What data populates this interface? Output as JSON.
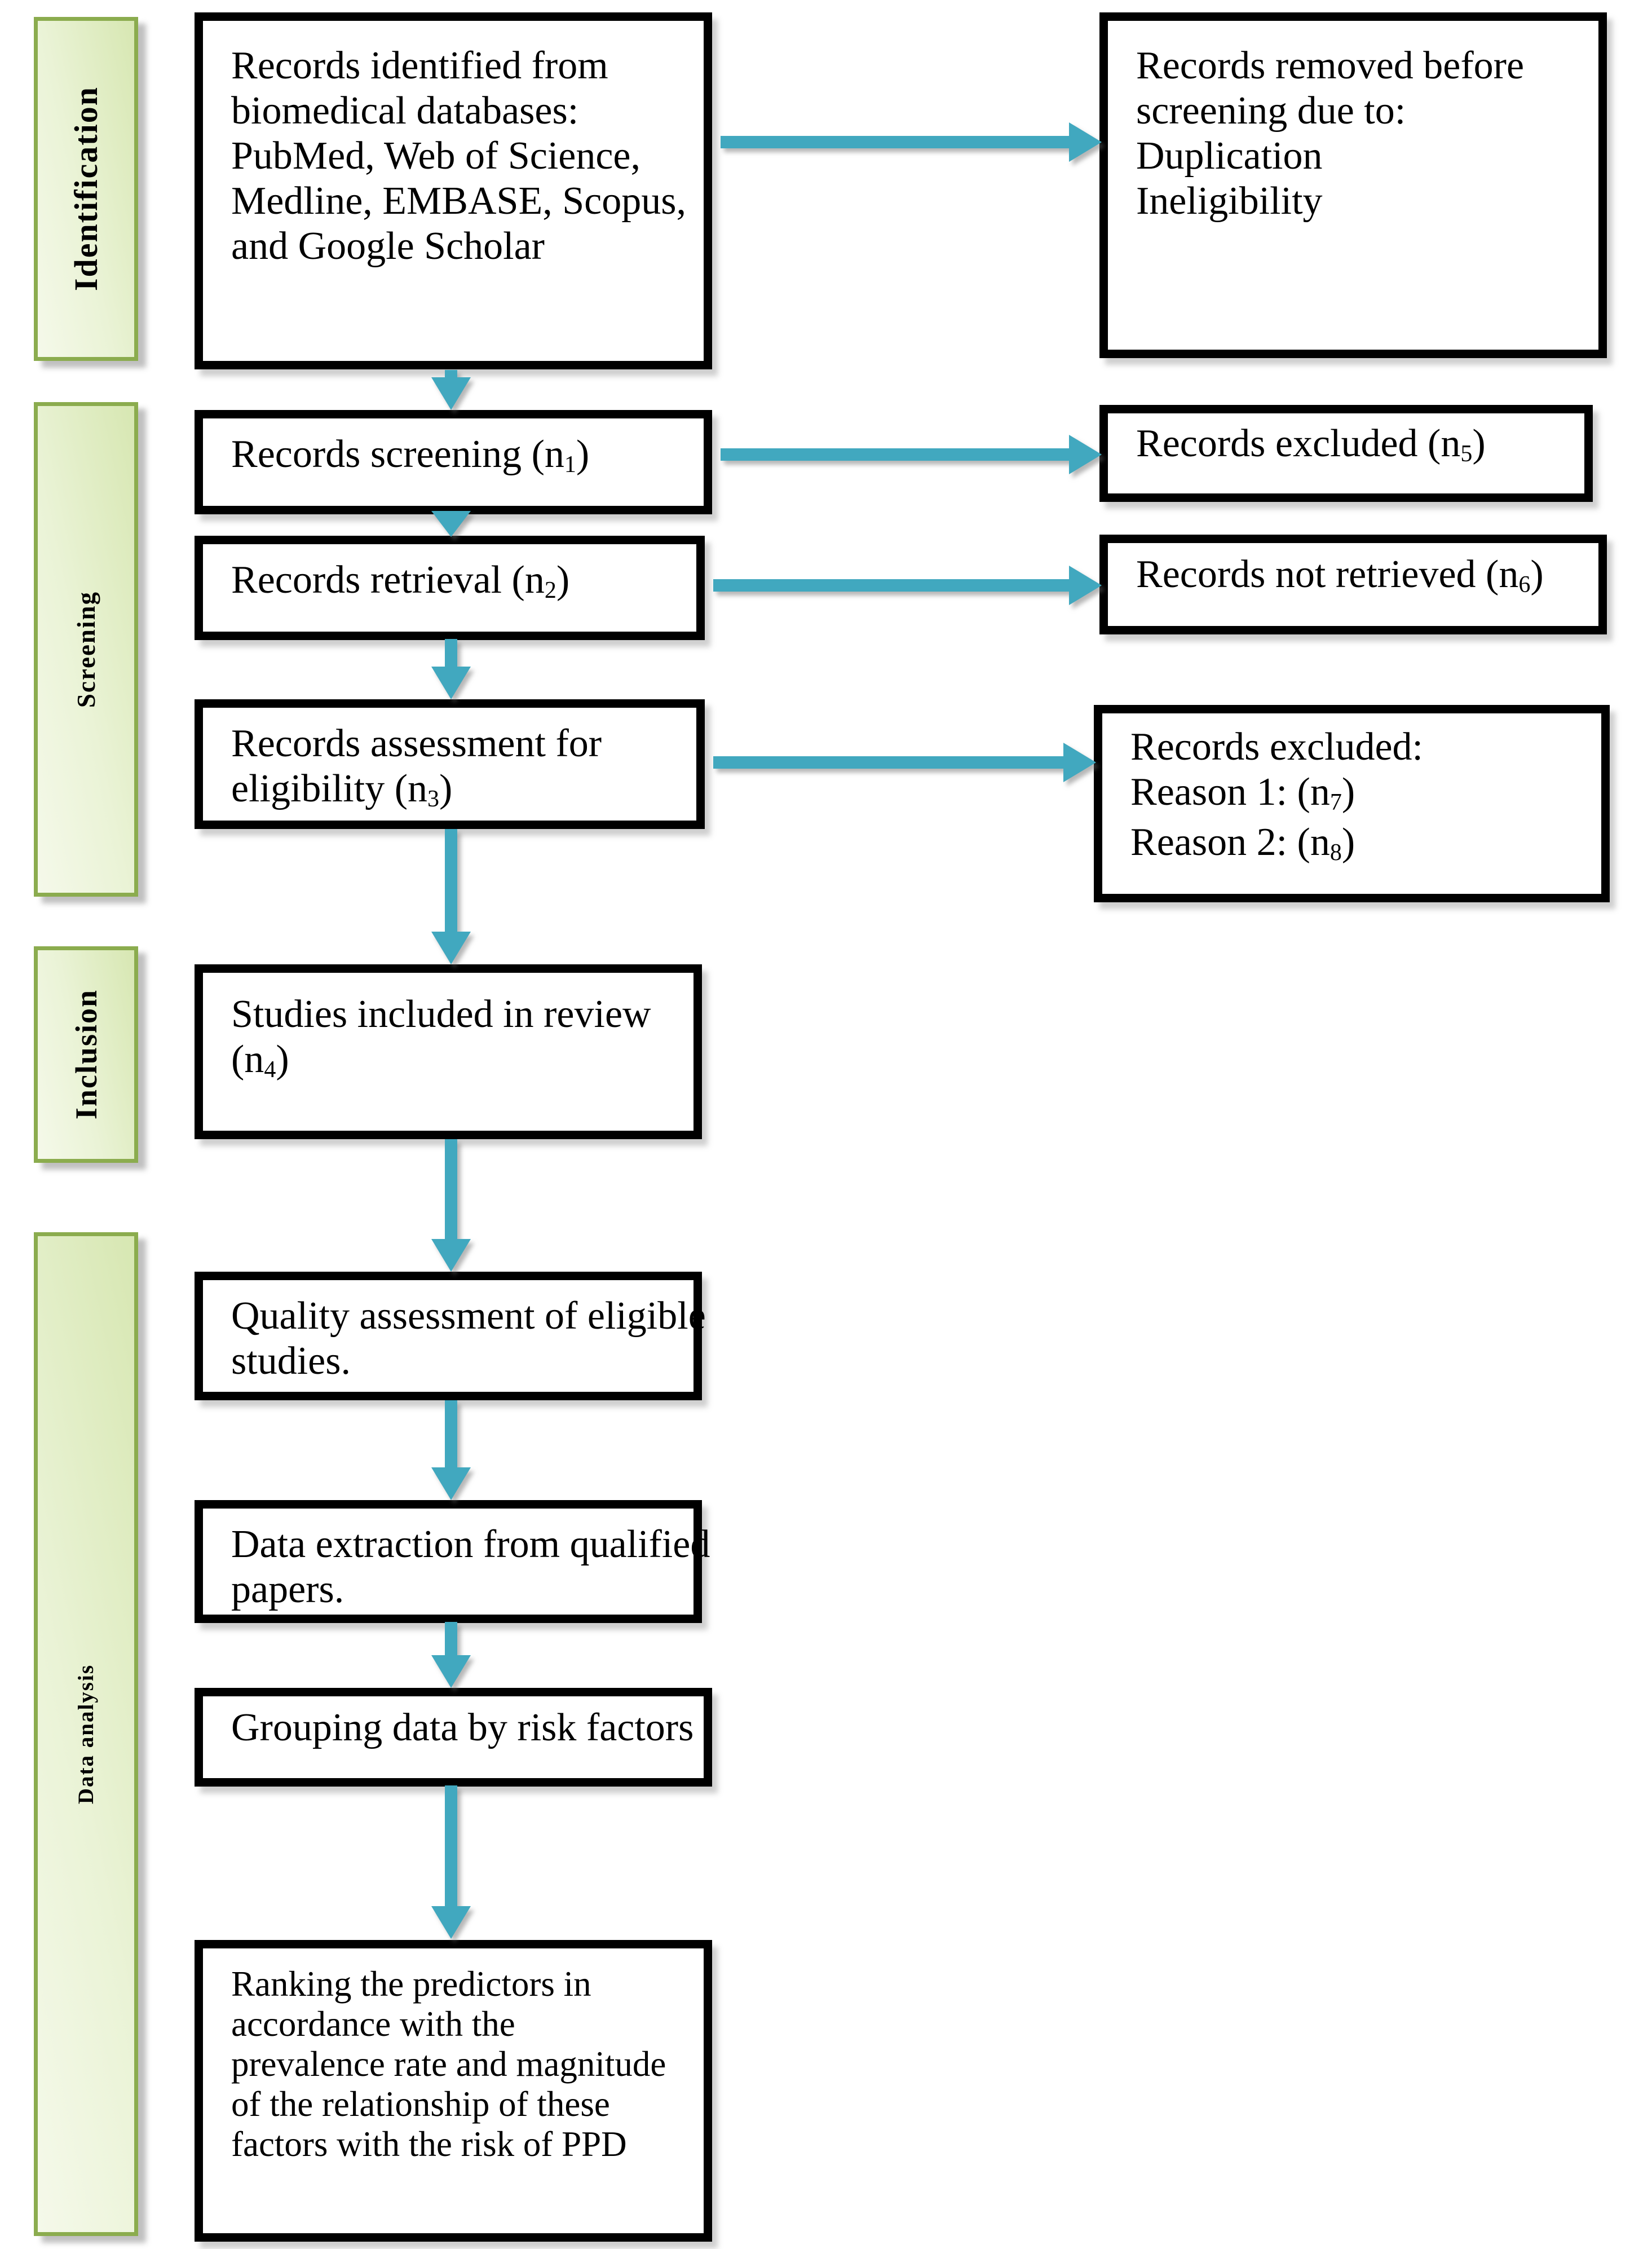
{
  "palette": {
    "arrow": "#41a8bf",
    "box_border": "#000000",
    "box_fill": "#ffffff",
    "stage_border": "#8bac4e",
    "stage_fill_light": "#f5f9ea",
    "stage_fill_dark": "#d7e7b2",
    "text": "#000000"
  },
  "stages": [
    {
      "id": "identification",
      "label": "Identification"
    },
    {
      "id": "screening",
      "label": "Screening"
    },
    {
      "id": "inclusion",
      "label": "Inclusion"
    },
    {
      "id": "data_analysis",
      "label": "Data analysis"
    }
  ],
  "flow_boxes": {
    "b1": {
      "lines": [
        [
          "Records identified from"
        ],
        [
          "biomedical databases:"
        ],
        [
          "PubMed, Web of Science,"
        ],
        [
          "Medline, EMBASE, Scopus,"
        ],
        [
          "and Google Scholar"
        ]
      ]
    },
    "b2": {
      "lines": [
        [
          "Records screening (n",
          {
            "sub": "1"
          },
          ")"
        ]
      ]
    },
    "b3": {
      "lines": [
        [
          "Records retrieval (n",
          {
            "sub": "2"
          },
          ")"
        ]
      ]
    },
    "b4": {
      "lines": [
        [
          "Records assessment for"
        ],
        [
          "eligibility (n",
          {
            "sub": "3"
          },
          ")"
        ]
      ]
    },
    "b5": {
      "lines": [
        [
          "Studies included in review"
        ],
        [
          "(n",
          {
            "sub": "4"
          },
          ")"
        ]
      ]
    },
    "b6": {
      "lines": [
        [
          "Quality assessment of eligible"
        ],
        [
          "studies."
        ]
      ]
    },
    "b7": {
      "lines": [
        [
          "Data extraction from qualified"
        ],
        [
          "papers."
        ]
      ]
    },
    "b8": {
      "lines": [
        [
          "Grouping data by risk factors"
        ]
      ]
    },
    "b9": {
      "lines": [
        [
          "Ranking the predictors in"
        ],
        [
          "accordance with the"
        ],
        [
          "prevalence rate and magnitude"
        ],
        [
          "of the relationship of these"
        ],
        [
          "factors with the risk of PPD"
        ]
      ]
    }
  },
  "side_boxes": {
    "r0": {
      "lines": [
        [
          "Records removed before"
        ],
        [
          "screening due to:"
        ],
        [
          "Duplication"
        ],
        [
          "Ineligibility"
        ]
      ]
    },
    "r1": {
      "lines": [
        [
          "Records excluded (n",
          {
            "sub": "5"
          },
          ")"
        ]
      ]
    },
    "r2": {
      "lines": [
        [
          "Records not retrieved (n",
          {
            "sub": "6"
          },
          ")"
        ]
      ]
    },
    "r3": {
      "lines": [
        [
          "Records excluded:"
        ],
        [
          "Reason 1: (n",
          {
            "sub": "7"
          },
          ")"
        ],
        [
          "Reason 2: (n",
          {
            "sub": "8"
          },
          ")"
        ]
      ]
    }
  }
}
